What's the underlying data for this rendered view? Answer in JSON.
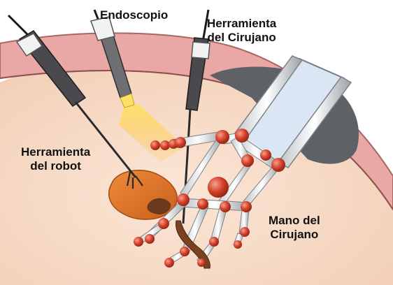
{
  "labels": {
    "endoscope": "Endoscopio",
    "surgeon_tool": {
      "line1": "Herramienta",
      "line2": "del Cirujano"
    },
    "robot_tool": {
      "line1": "Herramienta",
      "line2": "del robot"
    },
    "surgeon_hand": {
      "line1": "Mano del",
      "line2": "Cirujano"
    }
  },
  "colors": {
    "tissue": "#f7dcc6",
    "wall": "#e9a8a6",
    "wall_edge": "#a86763",
    "organ": "#e07a2a",
    "lesion": "#6b3a1c",
    "joint": "#d9432b",
    "light": "#ffd34d",
    "sleeve": "#dbe6f5"
  }
}
